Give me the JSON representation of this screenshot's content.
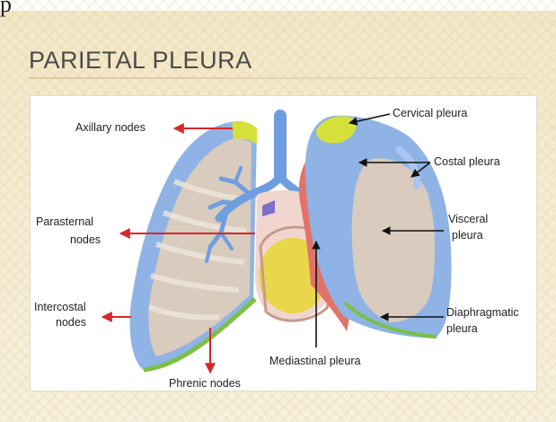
{
  "stray_glyph": "p",
  "title": "PARIETAL PLEURA",
  "labels": {
    "axillary_nodes": "Axillary nodes",
    "cervical_pleura": "Cervical pleura",
    "costal_pleura": "Costal pleura",
    "parasternal_nodes_1": "Parasternal",
    "parasternal_nodes_2": "nodes",
    "visceral_pleura_1": "Visceral",
    "visceral_pleura_2": "pleura",
    "intercostal_nodes_1": "Intercostal",
    "intercostal_nodes_2": "nodes",
    "diaphragmatic_pleura_1": "Diaphragmatic",
    "diaphragmatic_pleura_2": "pleura",
    "mediastinal_pleura": "Mediastinal pleura",
    "phrenic_nodes": "Phrenic nodes"
  },
  "colors": {
    "parietal_pleura": "#8fb3e4",
    "lung_tissue": "#d9cbbd",
    "lymph_arrows": "#d8262b",
    "pointer_arrows": "#111111",
    "cervical_pleura": "#d6e03a",
    "diaphragmatic_edge": "#7bc044",
    "mediastinal_pleura": "#e2736a",
    "heart": "#ead64a"
  }
}
